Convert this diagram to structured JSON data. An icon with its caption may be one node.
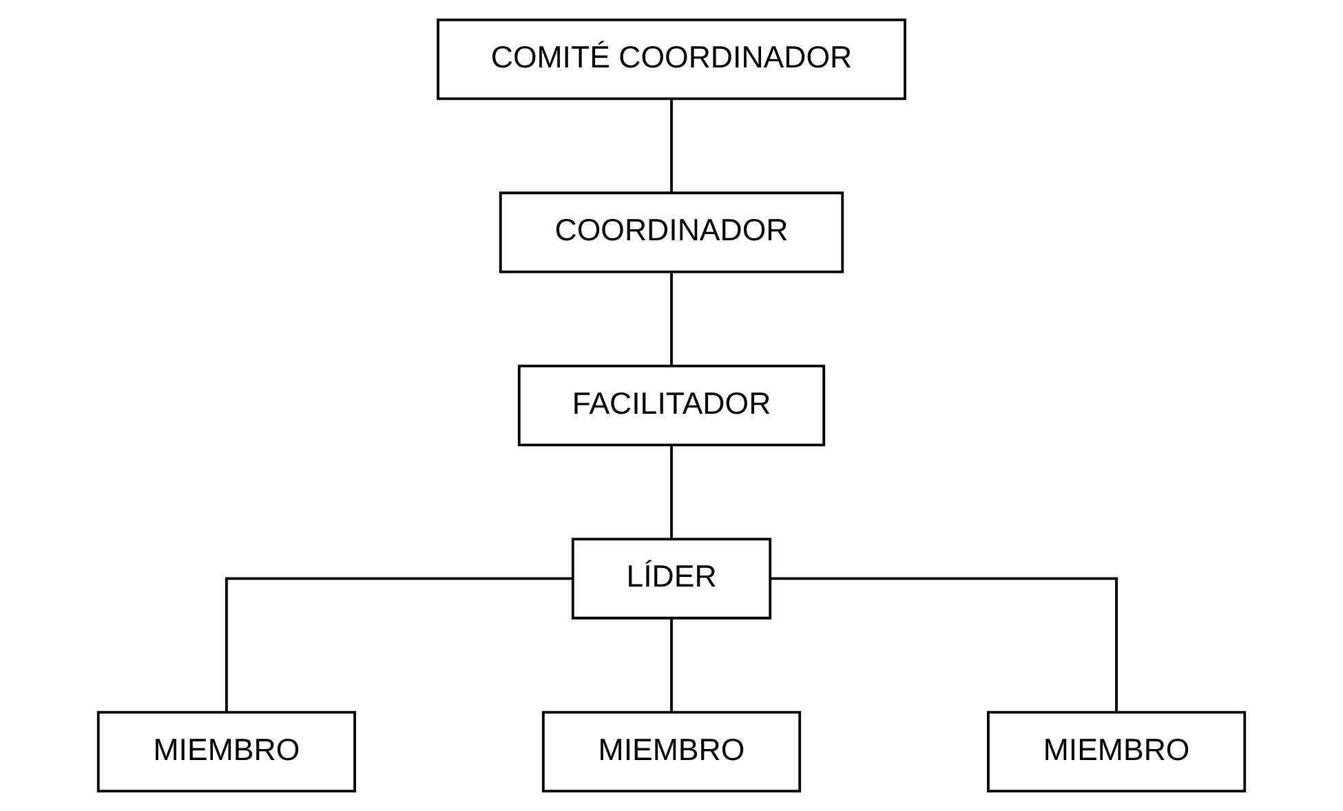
{
  "diagram": {
    "nodes": [
      {
        "text": [
          "COMITÉ COORDINADOR"
        ]
      },
      {
        "text": [
          "COORDINADOR"
        ]
      },
      {
        "text": [
          "FACILITADOR"
        ]
      },
      {
        "text": [
          "LÍDER"
        ]
      },
      {
        "text": [
          "MIEMBRO"
        ]
      },
      {
        "text": [
          "MIEMBRO"
        ]
      },
      {
        "text": [
          "MIEMBRO"
        ]
      }
    ],
    "edges": [
      {
        "from": 0,
        "to": 1,
        "arrow": "none"
      },
      {
        "from": 1,
        "to": 2,
        "arrow": "none"
      },
      {
        "from": 2,
        "to": 3,
        "arrow": "none"
      },
      {
        "from": 3,
        "to": 4,
        "arrow": "none"
      },
      {
        "from": 3,
        "to": 5,
        "arrow": "none"
      },
      {
        "from": 3,
        "to": 6,
        "arrow": "none"
      }
    ]
  }
}
